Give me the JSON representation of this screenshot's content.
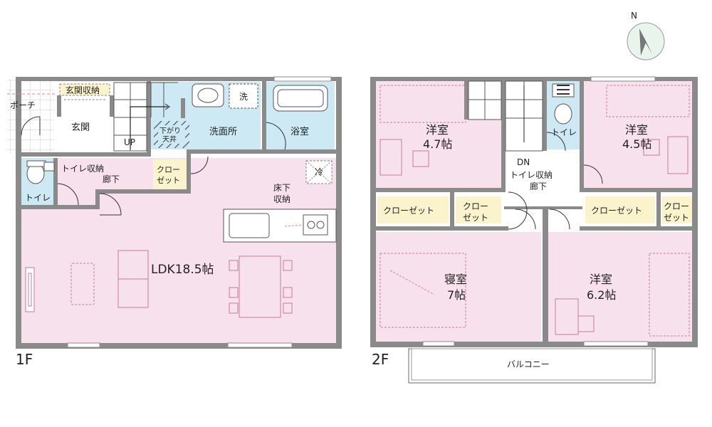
{
  "floors": {
    "first": {
      "label": "1F",
      "rooms": {
        "porch": "ポーチ",
        "entrance_storage": "玄関収納",
        "entrance": "玄関",
        "up": "UP",
        "toilet_storage": "トイレ収納",
        "hall": "廊下",
        "toilet": "トイレ",
        "dropped_ceiling_l1": "下がり",
        "dropped_ceiling_l2": "天井",
        "washroom": "洗面所",
        "washer": "洗",
        "bath": "浴室",
        "closet_l1": "クロー",
        "closet_l2": "ゼット",
        "fridge": "冷",
        "underfloor_l1": "床下",
        "underfloor_l2": "収納",
        "ldk": "LDK18.5帖"
      }
    },
    "second": {
      "label": "2F",
      "rooms": {
        "western1_name": "洋室",
        "western1_size": "4.7帖",
        "dn": "DN",
        "toilet": "トイレ",
        "toilet_storage": "トイレ収納",
        "hall": "廊下",
        "western2_name": "洋室",
        "western2_size": "4.5帖",
        "closet_a": "クローゼット",
        "closet_b_l1": "クロー",
        "closet_b_l2": "ゼット",
        "closet_c": "クローゼット",
        "closet_d_l1": "クロー",
        "closet_d_l2": "ゼット",
        "bedroom_name": "寝室",
        "bedroom_size": "7帖",
        "western3_name": "洋室",
        "western3_size": "6.2帖",
        "balcony": "バルコニー"
      }
    }
  },
  "compass": {
    "north_label": "N"
  },
  "colors": {
    "room_pink": "#f7e1ec",
    "wet_blue": "#cde9f4",
    "closet_yellow": "#fbf3cc",
    "wall_gray": "#8a8a8a",
    "furniture_pink": "#c97a97",
    "tile_gray": "#cccccc"
  }
}
